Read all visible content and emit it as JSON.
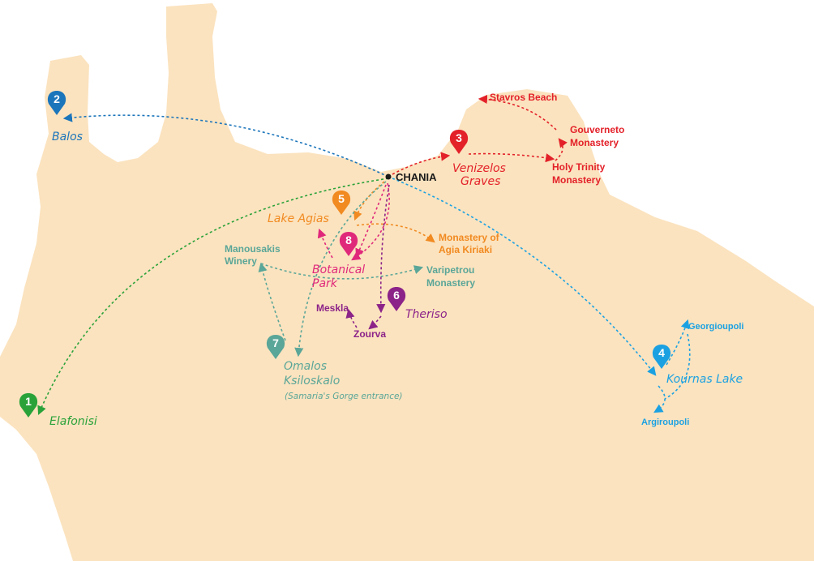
{
  "colors": {
    "land": "#fbe3bf",
    "green": "#2aa23a",
    "blue": "#1b75bb",
    "red": "#e32129",
    "cyan": "#1ba1e2",
    "orange": "#f18a21",
    "teal": "#5aa698",
    "magenta": "#e0287b",
    "purple": "#8c2389",
    "black": "#1a1a1a"
  },
  "hub": {
    "label": "CHANIA"
  },
  "stops": [
    {
      "number": "1",
      "name": "Elafonisi",
      "color": "green"
    },
    {
      "number": "2",
      "name": "Balos",
      "color": "blue"
    },
    {
      "number": "3",
      "name": "Venizelos",
      "name2": "Graves",
      "color": "red"
    },
    {
      "number": "4",
      "name": "Kournas Lake",
      "color": "cyan"
    },
    {
      "number": "5",
      "name": "Lake Agias",
      "color": "orange"
    },
    {
      "number": "6",
      "name": "Theriso",
      "color": "purple"
    },
    {
      "number": "7",
      "name": "Omalos",
      "name2": "Ksiloskalo",
      "note": "(Samaria's Gorge entrance)",
      "color": "teal"
    },
    {
      "number": "8",
      "name": "Botanical",
      "name2": "Park",
      "color": "magenta"
    }
  ],
  "places": {
    "stavros_beach": "Stavros Beach",
    "gouverneto": "Gouverneto",
    "gouverneto2": "Monastery",
    "holy_trinity": "Holy Trinity",
    "holy_trinity2": "Monastery",
    "monastery_agia": "Monastery of",
    "monastery_agia2": "Agia Kiriaki",
    "manousakis": "Manousakis",
    "manousakis2": "Winery",
    "varipetrou": "Varipetrou",
    "varipetrou2": "Monastery",
    "meskla": "Meskla",
    "zourva": "Zourva",
    "georgioupoli": "Georgioupoli",
    "argiroupoli": "Argiroupoli"
  }
}
